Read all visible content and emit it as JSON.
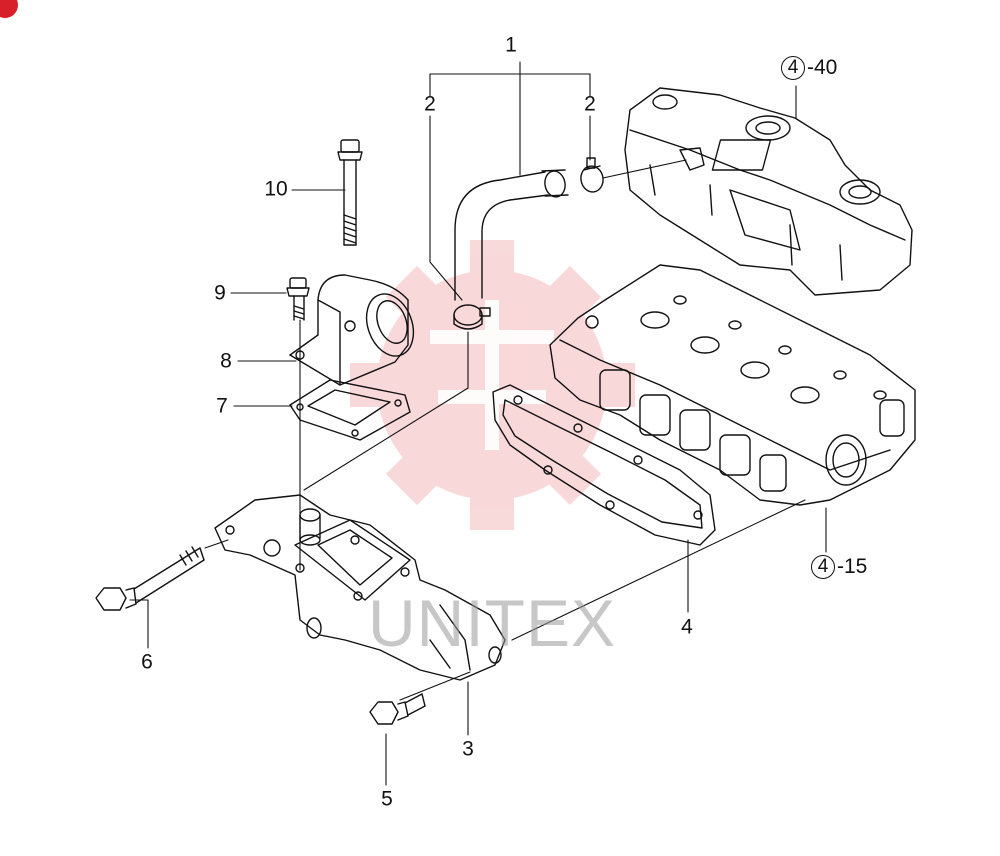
{
  "watermark": {
    "text": "UNITEX",
    "color": "#e0303a"
  },
  "callouts": {
    "c1": "1",
    "c2a": "2",
    "c2b": "2",
    "c3": "3",
    "c4": "4",
    "c5": "5",
    "c6": "6",
    "c7": "7",
    "c8": "8",
    "c9": "9",
    "c10": "10"
  },
  "refs": {
    "r1": {
      "circle": "4",
      "suffix": "-40"
    },
    "r2": {
      "circle": "4",
      "suffix": "-15"
    }
  }
}
